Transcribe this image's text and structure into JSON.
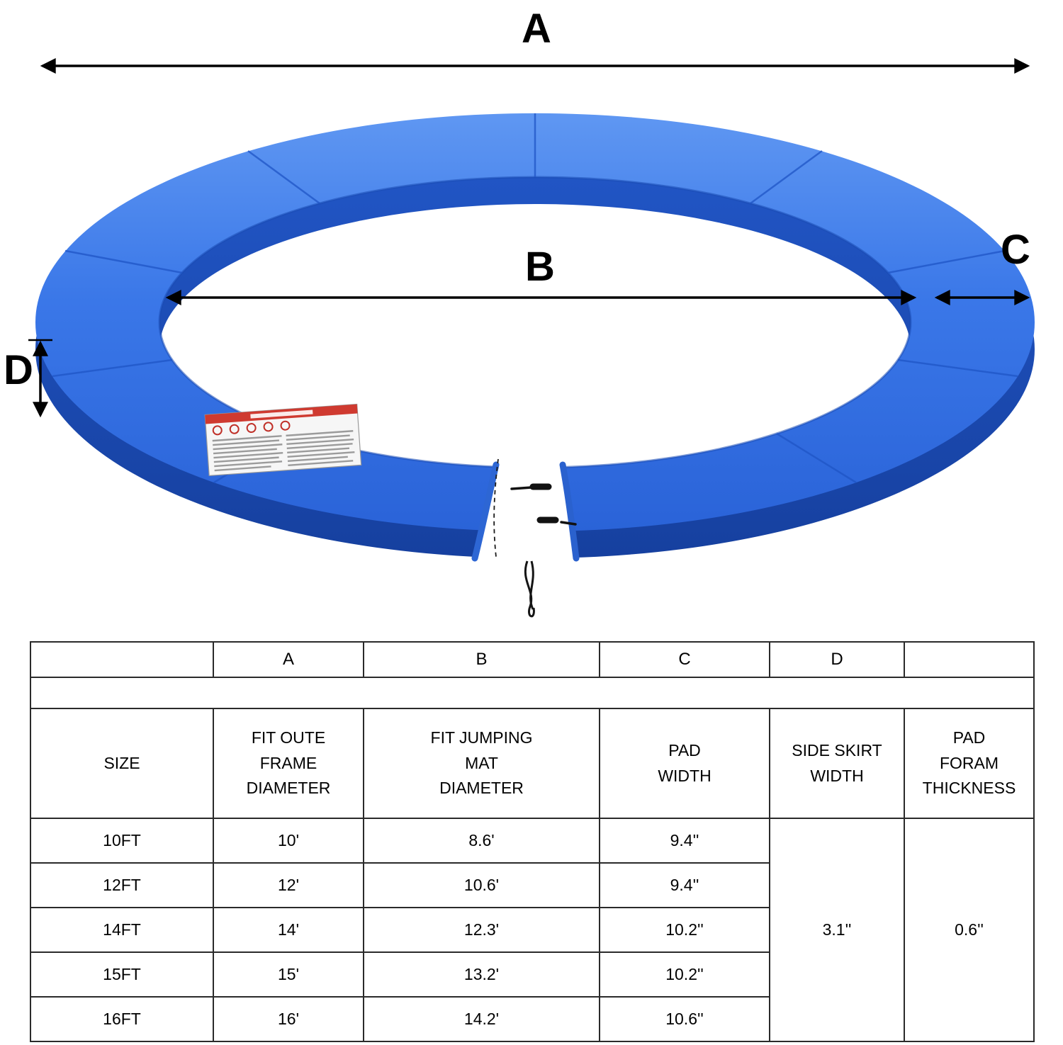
{
  "diagram": {
    "dim_a": "A",
    "dim_b": "B",
    "dim_c": "C",
    "dim_d": "D",
    "pad_color": "#3a77e8",
    "pad_side_color": "#1c4ab0",
    "warning_label_header_color": "#cf3a30"
  },
  "table": {
    "letter_headers": [
      "",
      "A",
      "B",
      "C",
      "D",
      ""
    ],
    "column_headers": [
      "SIZE",
      "FIT OUTE\nFRAME\nDIAMETER",
      "FIT JUMPING\nMAT\nDIAMETER",
      "PAD\nWIDTH",
      "SIDE SKIRT\nWIDTH",
      "PAD\nFORAM\nTHICKNESS"
    ],
    "rows": [
      {
        "size": "10FT",
        "a": "10'",
        "b": "8.6'",
        "c": "9.4''"
      },
      {
        "size": "12FT",
        "a": "12'",
        "b": "10.6'",
        "c": "9.4''"
      },
      {
        "size": "14FT",
        "a": "14'",
        "b": "12.3'",
        "c": "10.2''"
      },
      {
        "size": "15FT",
        "a": "15'",
        "b": "13.2'",
        "c": "10.2''"
      },
      {
        "size": "16FT",
        "a": "16'",
        "b": "14.2'",
        "c": "10.6''"
      }
    ],
    "side_skirt_width": "3.1''",
    "pad_foam_thickness": "0.6''"
  }
}
